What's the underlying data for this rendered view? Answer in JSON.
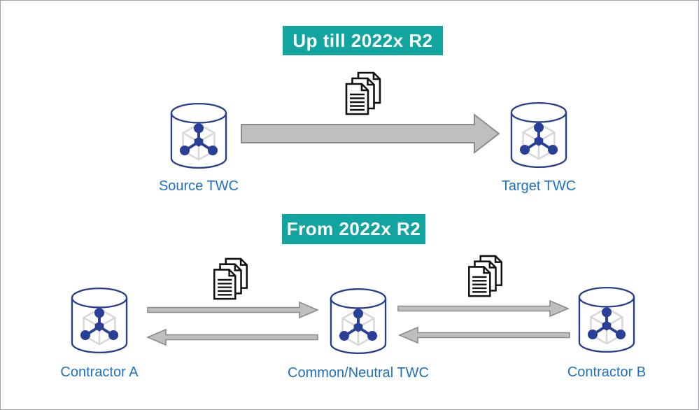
{
  "colors": {
    "background": "#FFFFFF",
    "canvas_border": "#9FA3A7",
    "banner_bg": "#12A5A0",
    "banner_text": "#FFFFFF",
    "node_outline_navy": "#283E8C",
    "molecule_navy": "#2A3F97",
    "cube_wireframe_gray": "#D8D8D8",
    "label_blue": "#1F70C1",
    "arrow_fill": "#BFBFBF",
    "arrow_stroke": "#8C8C8C",
    "document_icon_black": "#111111"
  },
  "icons": {
    "node": "twc-database-icon (cylinder with wireframe cube and molecule)",
    "documents": "document-stack-icon (three sheets with folded corners and text lines)",
    "arrow": "block-arrow-icon (gray filled block arrow)"
  },
  "sections": {
    "top": {
      "banner": "Up till 2022x R2",
      "source": {
        "label": "Source TWC",
        "icon": "twc-database-icon"
      },
      "target": {
        "label": "Target TWC",
        "icon": "twc-database-icon"
      },
      "flow": {
        "icon": "document-stack-icon",
        "direction": "source-to-target"
      }
    },
    "bottom": {
      "banner": "From 2022x R2",
      "contractor_a": {
        "label": "Contractor A",
        "icon": "twc-database-icon"
      },
      "common": {
        "label": "Common/Neutral TWC",
        "icon": "twc-database-icon"
      },
      "contractor_b": {
        "label": "Contractor B",
        "icon": "twc-database-icon"
      },
      "flows": [
        {
          "icon": "document-stack-icon",
          "direction": "contractor-a-to-common"
        },
        {
          "direction": "common-to-contractor-a"
        },
        {
          "icon": "document-stack-icon",
          "direction": "common-to-contractor-b"
        },
        {
          "direction": "contractor-b-to-common"
        }
      ]
    }
  }
}
